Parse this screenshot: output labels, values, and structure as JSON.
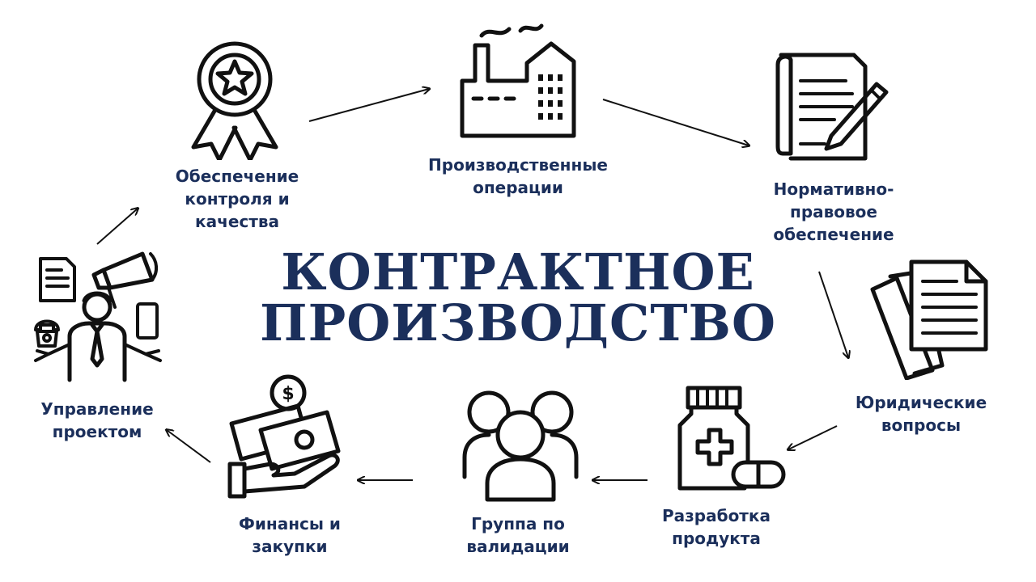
{
  "title": {
    "line1": "КОНТРАКТНОЕ",
    "line2": "ПРОИЗВОДСТВО"
  },
  "nodes": [
    {
      "label": "Обеспечение\nконтроля и\nкачества",
      "icon": "award-ribbon-icon"
    },
    {
      "label": "Производственные\nоперации",
      "icon": "factory-icon"
    },
    {
      "label": "Нормативно-\nправовое\nобеспечение",
      "icon": "document-pen-icon"
    },
    {
      "label": "Юридические\nвопросы",
      "icon": "documents-stack-icon"
    },
    {
      "label": "Разработка\nпродукта",
      "icon": "medicine-bottle-icon"
    },
    {
      "label": "Группа по\nвалидации",
      "icon": "people-group-icon"
    },
    {
      "label": "Финансы и\nзакупки",
      "icon": "money-hand-icon"
    },
    {
      "label": "Управление\nпроектом",
      "icon": "manager-icon"
    }
  ],
  "colors": {
    "label": "#1b2f5b",
    "icon": "#111111",
    "arrow": "#111111"
  }
}
